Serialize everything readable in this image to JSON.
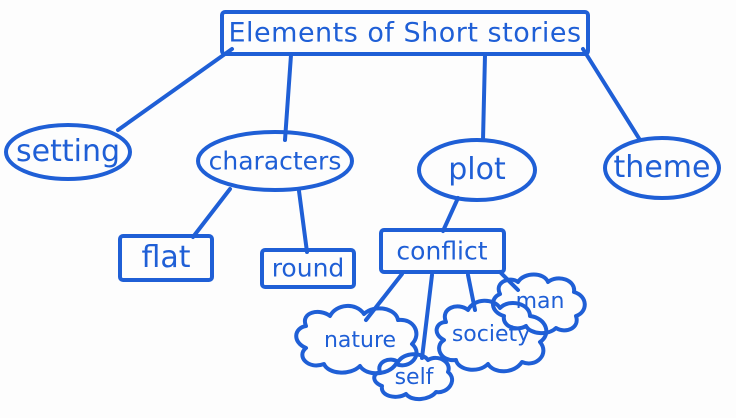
{
  "ink_color": "#1f5fd6",
  "background": "#fdfdfd",
  "title": "Elements of Short stories",
  "branches": {
    "setting": "setting",
    "characters": "characters",
    "plot": "plot",
    "theme": "theme"
  },
  "character_types": {
    "flat": "flat",
    "round": "round"
  },
  "conflict": {
    "label": "conflict",
    "types": {
      "nature": "nature",
      "self": "self",
      "society": "society",
      "man": "man"
    }
  }
}
